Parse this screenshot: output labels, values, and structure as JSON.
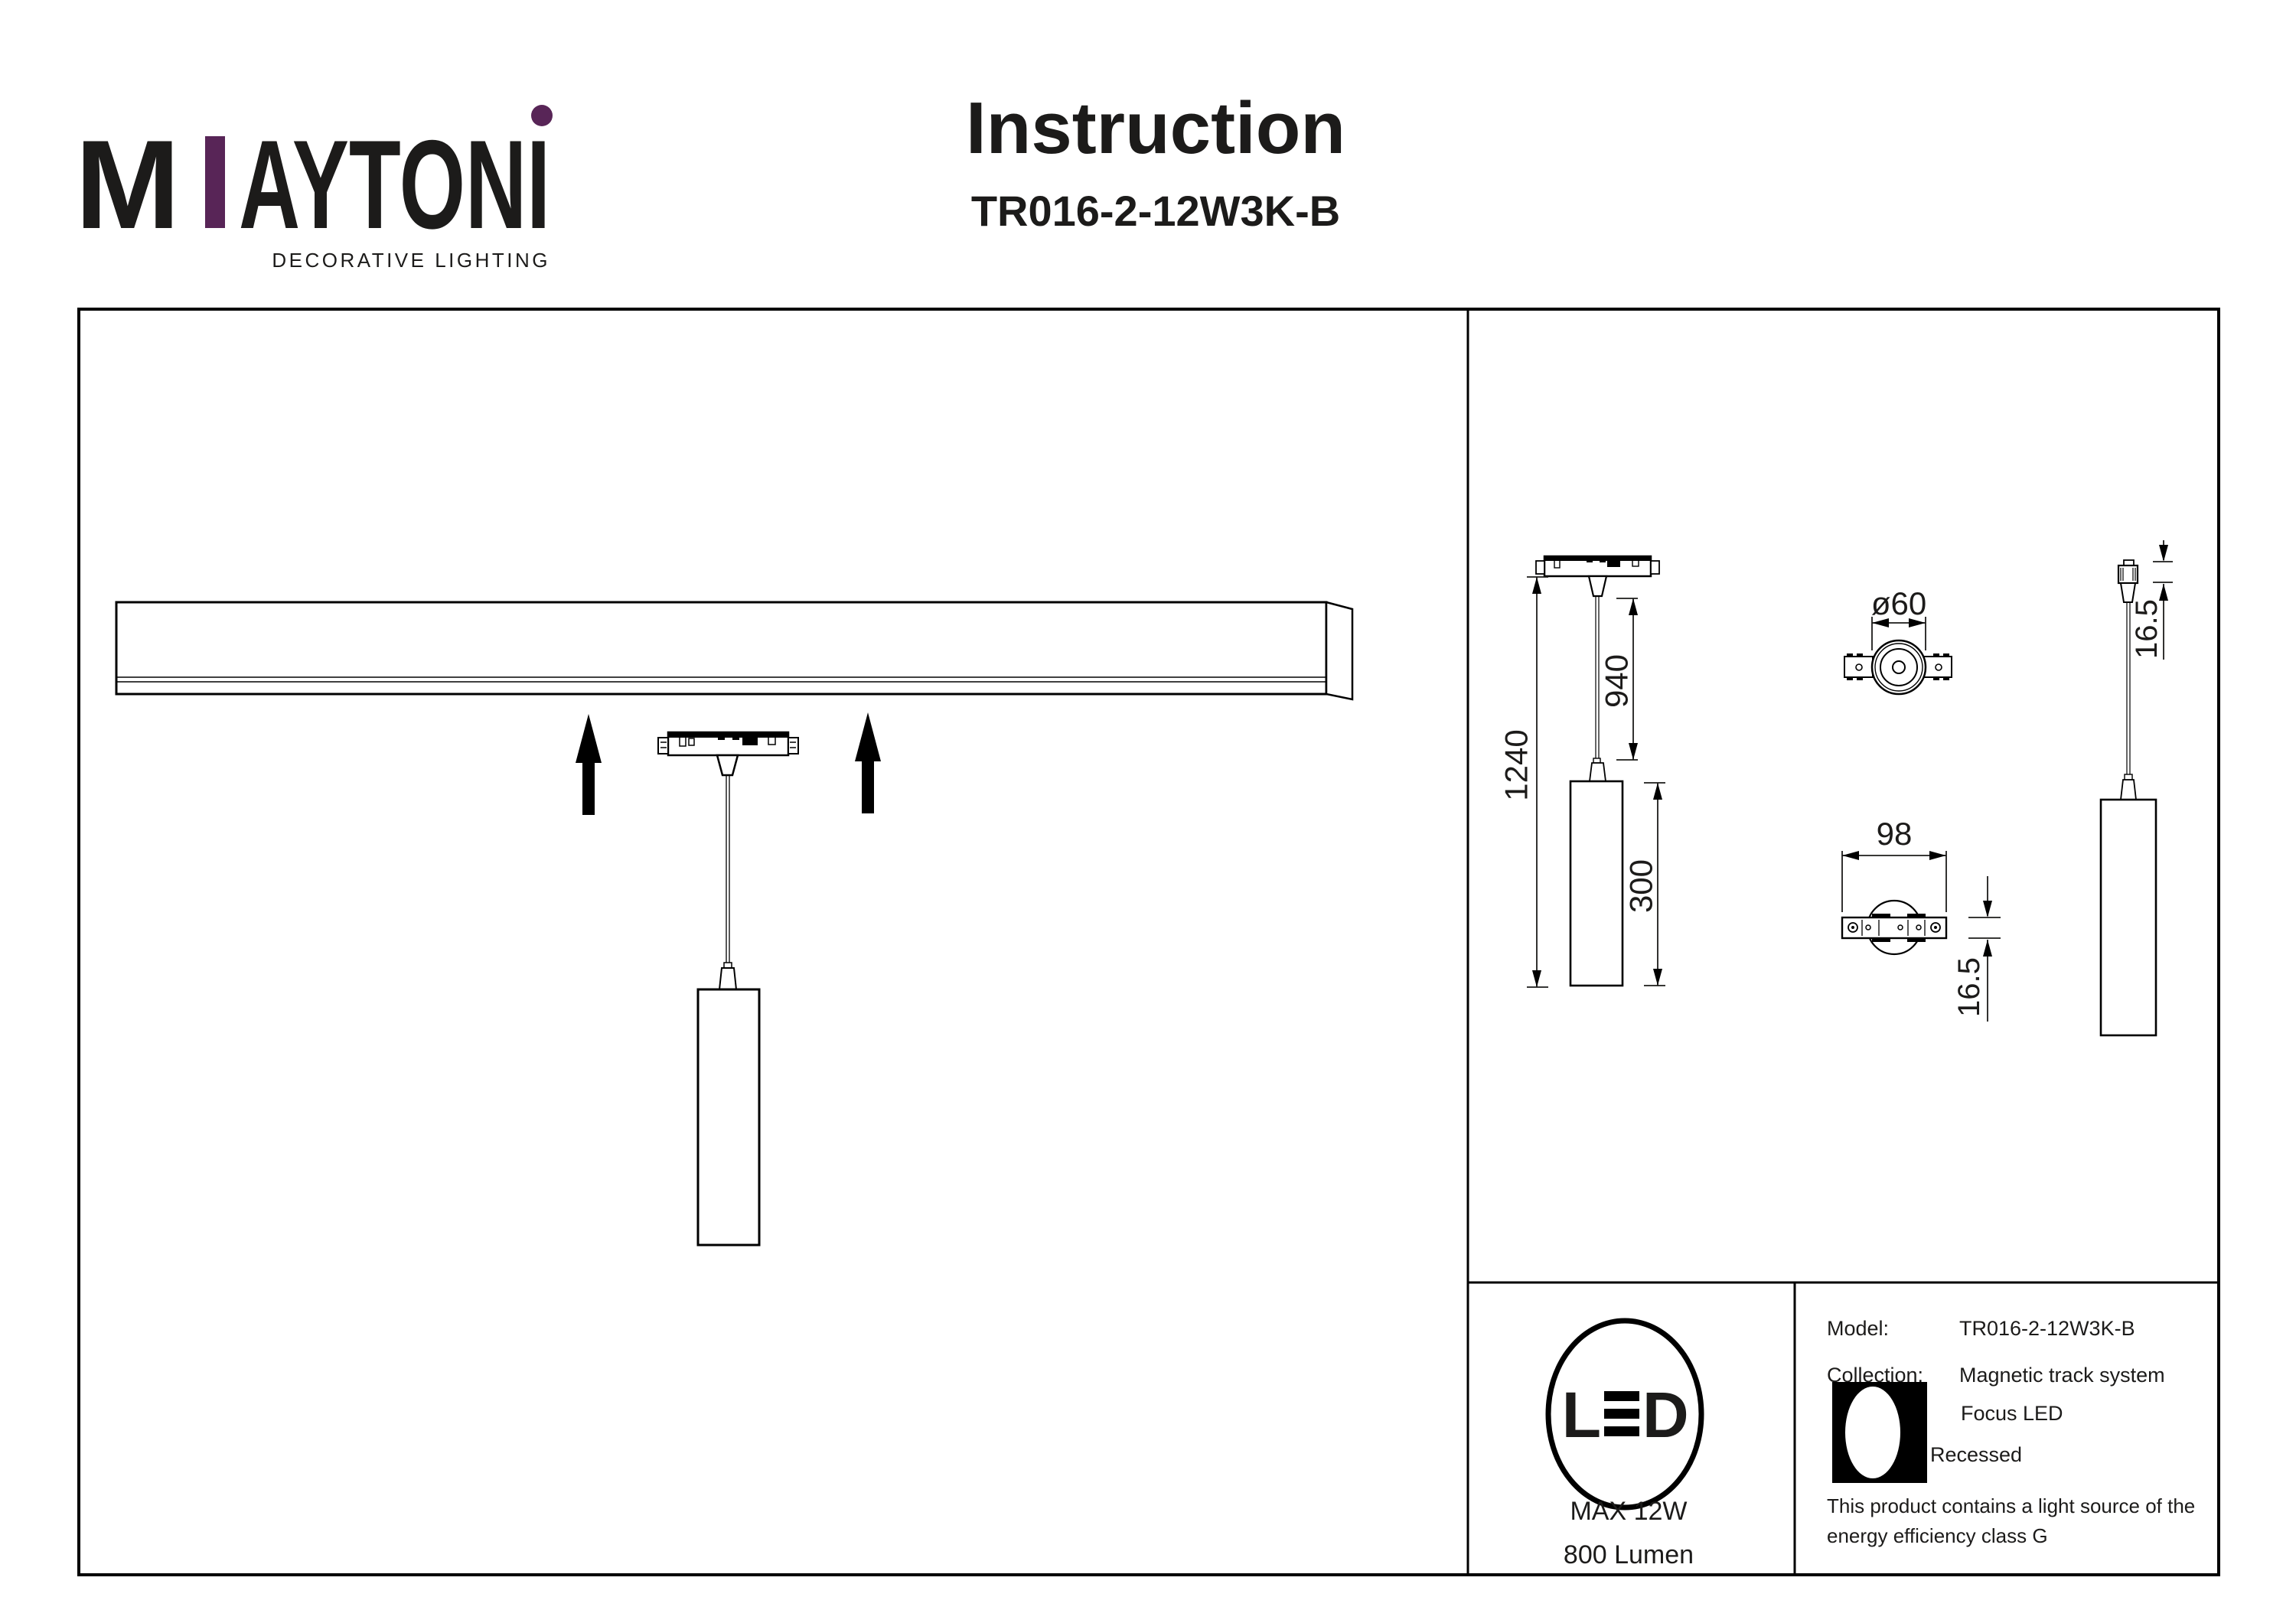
{
  "brand": {
    "wordmark_m": "M",
    "wordmark_rest": "AYTONI",
    "tagline": "DECORATIVE LIGHTING",
    "accent_color": "#582557"
  },
  "header": {
    "title": "Instruction",
    "model": "TR016-2-12W3K-B"
  },
  "drawing": {
    "dim_overall": "1240",
    "dim_cord": "940",
    "dim_body": "300",
    "dim_diameter": "ø60",
    "dim_track_width": "98",
    "dim_track_height": "16.5",
    "dim_connector_height": "16.5"
  },
  "badge": {
    "led_l": "L",
    "led_d": "D",
    "max_power": "MAX 12W",
    "luminous_flux": "800 Lumen"
  },
  "spec": {
    "model_label": "Model:",
    "model_value": "TR016-2-12W3K-B",
    "collection_label": "Collection:",
    "collection_value": "Magnetic track system",
    "type_value": "Focus LED",
    "mounting_value": "Recessed",
    "note_line1": "This product contains a light source of the",
    "note_line2": "energy efficiency class G"
  }
}
